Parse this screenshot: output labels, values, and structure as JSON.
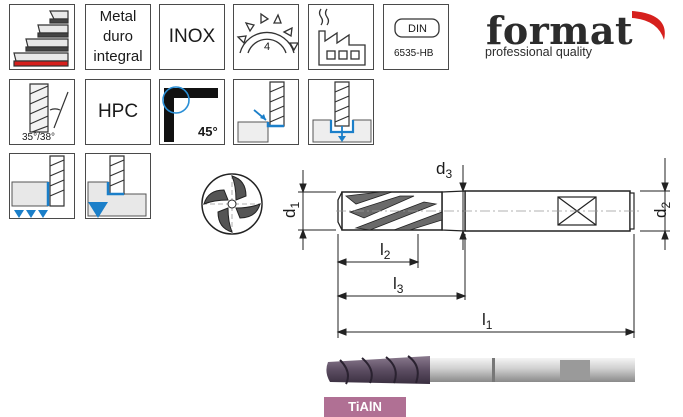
{
  "brand": {
    "name": "format",
    "tagline": "professional quality",
    "accent_color": "#d6201d"
  },
  "tiles": {
    "material": {
      "lines": [
        "Metal",
        "duro",
        "integral"
      ]
    },
    "inox": {
      "label": "INOX"
    },
    "teeth": {
      "count": "4"
    },
    "din": {
      "label": "DIN",
      "norm": "6535-HB"
    },
    "helix": {
      "angle": "35°/38°"
    },
    "hpc": {
      "label": "HPC"
    },
    "chamfer": {
      "angle": "45°"
    }
  },
  "drawing": {
    "dims": {
      "d1": {
        "main": "d",
        "sub": "1"
      },
      "d2": {
        "main": "d",
        "sub": "2"
      },
      "d3": {
        "main": "d",
        "sub": "3"
      },
      "l1": {
        "main": "l",
        "sub": "1"
      },
      "l2": {
        "main": "l",
        "sub": "2"
      },
      "l3": {
        "main": "l",
        "sub": "3"
      }
    }
  },
  "coating": {
    "label": "TiAlN",
    "color": "#b07094"
  }
}
